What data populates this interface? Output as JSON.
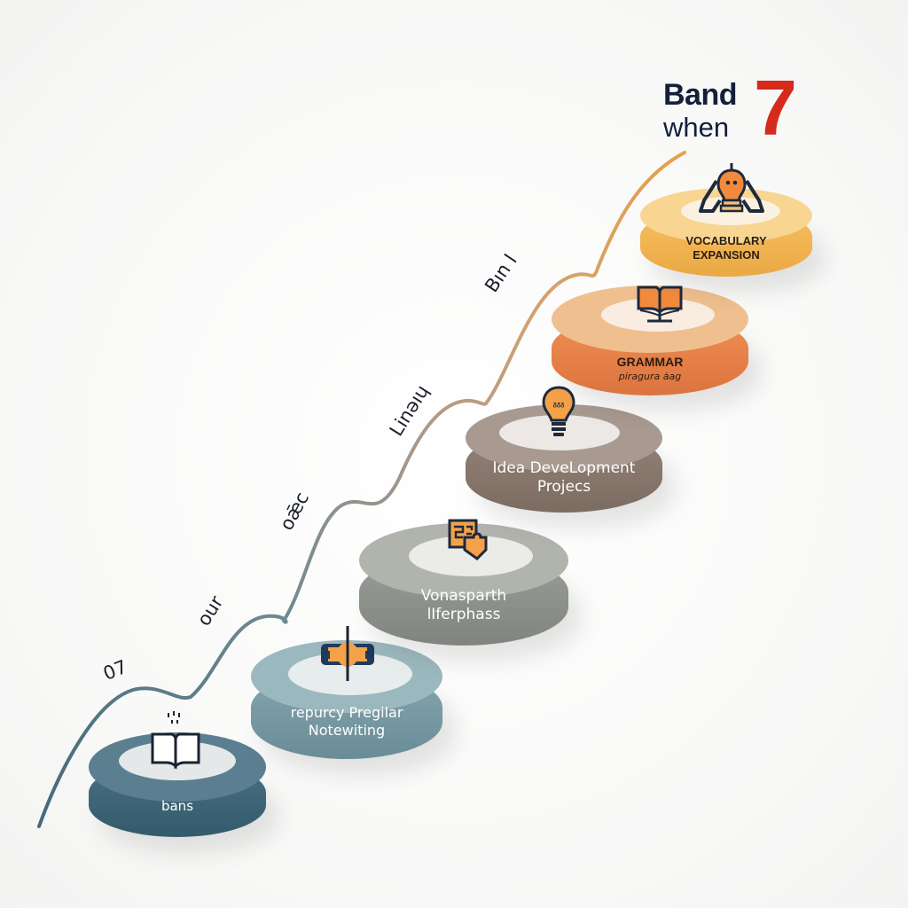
{
  "title": {
    "line1": "Band",
    "line2": "when",
    "highlight": "7",
    "text_color": "#14203a",
    "highlight_color": "#d52a1c"
  },
  "curve": {
    "labels": [
      {
        "text": "07"
      },
      {
        "text": "our"
      },
      {
        "text": "oǣc"
      },
      {
        "text": "Linəıɥ"
      },
      {
        "text": "Bın l"
      }
    ],
    "color_start": "#4d6f7c",
    "color_mid": "#a2968a",
    "color_end": "#e3a04f"
  },
  "steps": [
    {
      "label_line1": "bans",
      "label_line2": "",
      "icon": "open-book-icon",
      "color_side": "#3f6677",
      "color_top": "#52788a",
      "text_color": "#ffffff"
    },
    {
      "label_line1": "repurcy Pregilar",
      "label_line2": "Notewiting",
      "icon": "connector-icon",
      "color_side": "#7b9ba5",
      "color_top": "#93b0b8",
      "text_color": "#ffffff"
    },
    {
      "label_line1": "Vonasparth",
      "label_line2": "lIferphass",
      "icon": "puzzle-document-icon",
      "color_side": "#8e928c",
      "color_top": "#a8aba4",
      "text_color": "#ffffff"
    },
    {
      "label_line1": "Idea DeveLopment",
      "label_line2": "Projecs",
      "icon": "lightbulb-icon",
      "color_side": "#8a7a70",
      "color_top": "#a2958b",
      "text_color": "#ffffff"
    },
    {
      "label_line1": "GRAMMAR",
      "label_line2": "piragura ȧag",
      "icon": "book-stand-icon",
      "color_side": "#e57f46",
      "color_top": "#f1b483",
      "text_color": "#2a1d14"
    },
    {
      "label_line1": "VOCABULARY",
      "label_line2": "EXPANSION",
      "icon": "robot-bulb-icon",
      "color_side": "#f0b24f",
      "color_top": "#f6ca73",
      "text_color": "#2a1d14"
    }
  ]
}
